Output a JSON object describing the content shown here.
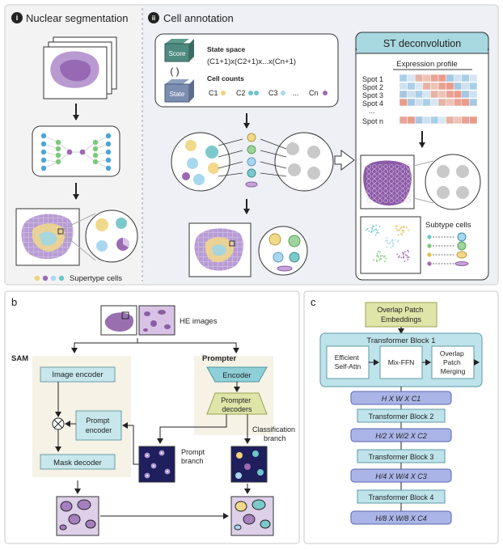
{
  "panel_a": {
    "sec1": {
      "num": "i",
      "title": "Nuclear segmentation",
      "legend": "Supertype cells"
    },
    "sec2": {
      "num": "ii",
      "title": "Cell annotation",
      "score": "Score",
      "state": "State",
      "state_space_title": "State space",
      "state_space_formula": "(C1+1)x(C2+1)x...x(Cn+1)",
      "cell_counts_title": "Cell counts",
      "counts": [
        "C1",
        "C2",
        "C3",
        "...",
        "Cn"
      ]
    },
    "deconv": {
      "title": "ST deconvolution",
      "expression_profile": "Expression profile",
      "spots": [
        "Spot 1",
        "Spot 2",
        "Spot 3",
        "Spot 4",
        "...",
        "Spot n"
      ],
      "subtype_cells": "Subtype cells"
    },
    "colors": {
      "purple": "#9b6ab0",
      "yellow": "#f2d27a",
      "teal": "#6cc7c9",
      "blue": "#a9d7ef",
      "green": "#9fd49c",
      "bg_left": "#f4f4f4",
      "bg_right": "#eef0f7"
    }
  },
  "panel_b": {
    "label": "b",
    "he_images": "HE images",
    "sam": "SAM",
    "prompter": "Prompter",
    "image_encoder": "Image encoder",
    "prompt_encoder": "Prompt\nencoder",
    "mask_decoder": "Mask decoder",
    "encoder": "Encoder",
    "prompter_decoders": "Prompter\ndecoders",
    "prompt_branch": "Prompt\nbranch",
    "classification_branch": "Classification\nbranch"
  },
  "panel_c": {
    "label": "c",
    "overlap_embed": "Overlap Patch\nEmbeddings",
    "tb1": "Transformer Block 1",
    "efficient": "Efficient\nSelf-Attn",
    "mixffn": "Mix-FFN",
    "overlap_merge": "Overlap\nPatch\nMerging",
    "tb2": "Transformer Block 2",
    "tb3": "Transformer Block 3",
    "tb4": "Transformer Block 4",
    "dims": [
      "H X W X C1",
      "H/2 X W/2 X C2",
      "H/4 X W/4 X C3",
      "H/8 X W/8 X C4"
    ]
  }
}
